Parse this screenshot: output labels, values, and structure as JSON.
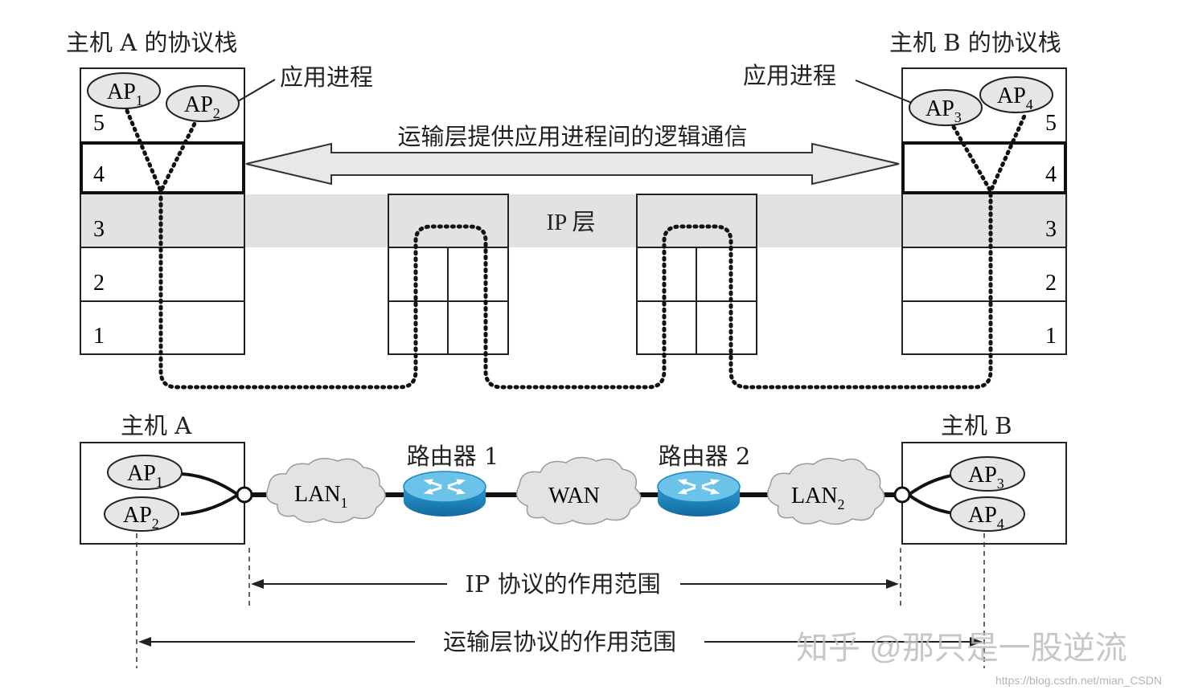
{
  "stack_a": {
    "title": "主机 A 的协议栈",
    "process_label": "应用进程",
    "ap1": "AP",
    "ap1_sub": "1",
    "ap2": "AP",
    "ap2_sub": "2",
    "layers": [
      "5",
      "4",
      "3",
      "2",
      "1"
    ]
  },
  "stack_b": {
    "title": "主机 B 的协议栈",
    "process_label": "应用进程",
    "ap3": "AP",
    "ap3_sub": "3",
    "ap4": "AP",
    "ap4_sub": "4",
    "layers": [
      "5",
      "4",
      "3",
      "2",
      "1"
    ]
  },
  "transport_arrow_label": "运输层提供应用进程间的逻辑通信",
  "ip_layer_label": "IP 层",
  "network": {
    "host_a_label": "主机 A",
    "host_b_label": "主机 B",
    "router1_label": "路由器 1",
    "router2_label": "路由器 2",
    "lan1": "LAN",
    "lan1_sub": "1",
    "wan": "WAN",
    "lan2": "LAN",
    "lan2_sub": "2",
    "host_a_aps": [
      {
        "text": "AP",
        "sub": "1"
      },
      {
        "text": "AP",
        "sub": "2"
      }
    ],
    "host_b_aps": [
      {
        "text": "AP",
        "sub": "3"
      },
      {
        "text": "AP",
        "sub": "4"
      }
    ]
  },
  "ranges": {
    "ip_scope": "IP 协议的作用范围",
    "transport_scope": "运输层协议的作用范围"
  },
  "watermark": {
    "text": "知乎 @那只是一股逆流",
    "url": "https://blog.csdn.net/mian_CSDN"
  },
  "colors": {
    "ip_band": "#e2e2e2",
    "ellipse_fill": "#e6e6e6",
    "arrow_fill": "#e8e8e8",
    "router_top": "#6cc3ea",
    "router_side": "#1f86c2",
    "cloud_fill": "#e3e3e3"
  }
}
